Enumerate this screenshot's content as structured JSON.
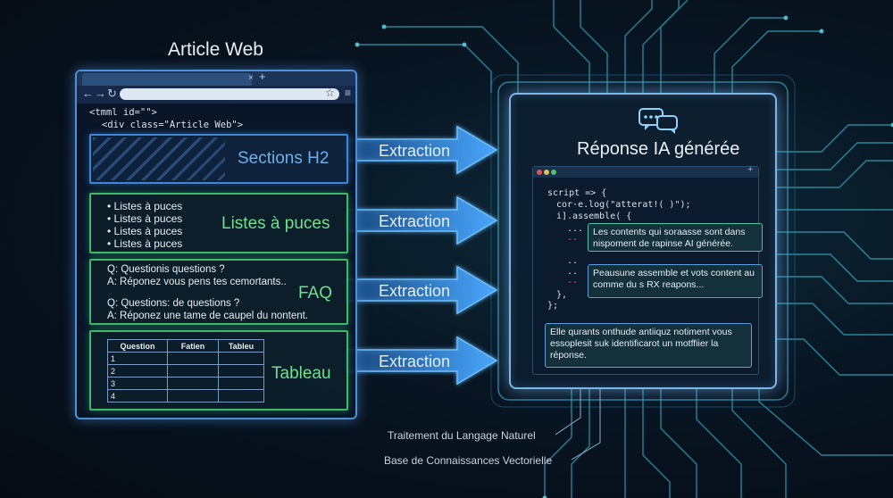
{
  "title": "Article Web",
  "browser": {
    "code_line1": "<tmml id=\"\">",
    "code_line2": "<div class=\"Article Web\">"
  },
  "sections": {
    "h2": "Sections H2",
    "lists_label": "Listes à puces",
    "bullets": [
      "Listes à puces",
      "Listes à puces",
      "Listes à puces",
      "Listes à puces"
    ],
    "faq_label": "FAQ",
    "faq_lines": [
      "Q: Questionis questions ?",
      "A: Réponez vous pens tes cemortants..",
      "Q: Questions: de questions ?",
      "A: Réponez une tame de caupel du nontent."
    ],
    "table_label": "Tableau",
    "table_headers": [
      "Question",
      "Fatien",
      "Tableu"
    ],
    "table_rows": [
      "1",
      "2",
      "3",
      "4"
    ]
  },
  "arrows": [
    "Extraction",
    "Extraction",
    "Extraction",
    "Extraction"
  ],
  "panel": {
    "title": "Réponse IA générée",
    "code": [
      "script => {",
      "cor·e.log(\"atterat!( )\");",
      "i].assemble( {",
      "...",
      "--",
      "..",
      "..",
      "--",
      "},",
      "};"
    ],
    "bubble1": "Les contents qui soraasse sont dans nispoment de rapinse AI générée.",
    "bubble2": "Peausune assemble et vots content au comme du s RX reapons...",
    "bubble3": "Elle qurants onthude antiiquz notiment vous essoplesit suk identificarot un motffiier la réponse."
  },
  "bottom": [
    "Traitement du Langage Naturel",
    "Base de Connaissances Vectorielle"
  ]
}
